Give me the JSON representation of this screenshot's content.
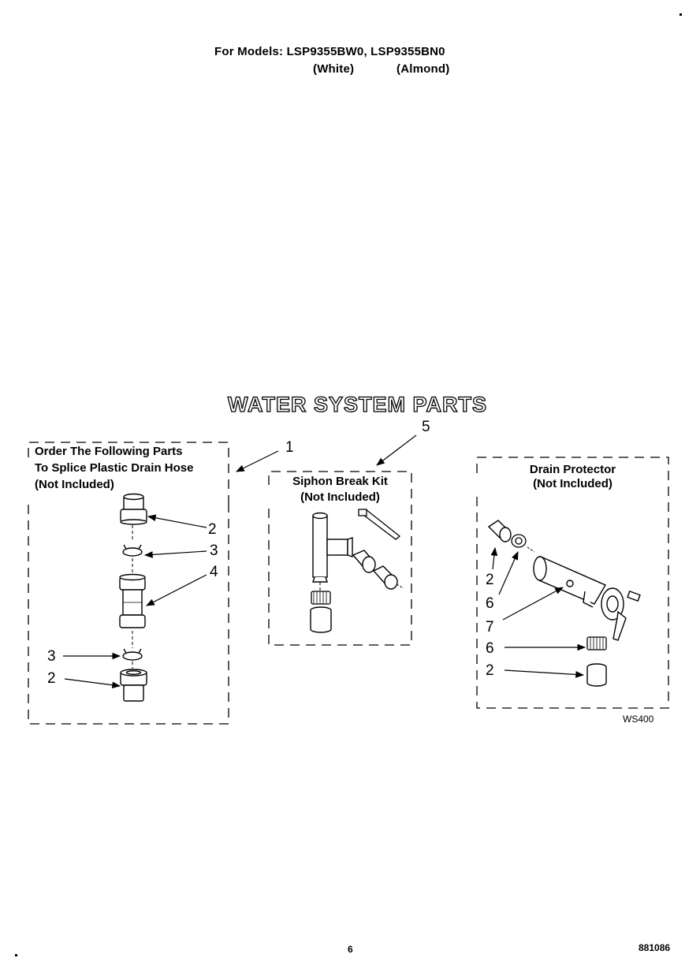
{
  "header": {
    "models_line": "For Models: LSP9355BW0, LSP9355BN0",
    "colors": [
      "(White)",
      "(Almond)"
    ]
  },
  "title": "WATER SYSTEM PARTS",
  "panels": {
    "splice": {
      "lines": [
        "Order The Following Parts",
        "To Splice Plastic Drain Hose",
        "(Not Included)"
      ]
    },
    "siphon": {
      "lines": [
        "Siphon Break Kit",
        "(Not Included)"
      ]
    },
    "drain": {
      "lines": [
        "Drain Protector",
        "(Not Included)"
      ]
    }
  },
  "callouts": {
    "splice_group": "1",
    "siphon_group": "5",
    "left": [
      "2",
      "3",
      "4",
      "3",
      "2"
    ],
    "right": [
      "2",
      "6",
      "7",
      "6",
      "2"
    ]
  },
  "figure_code": "WS400",
  "footer": {
    "page": "6",
    "doc_number": "881086"
  }
}
